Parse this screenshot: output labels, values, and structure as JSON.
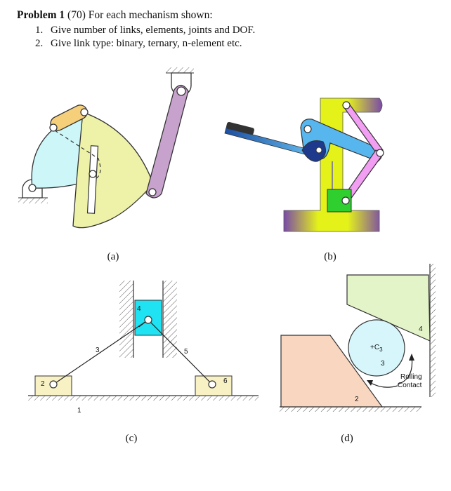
{
  "problem": {
    "heading": "Problem 1",
    "points": "(70)",
    "intro": "For each mechanism shown:",
    "items": [
      {
        "num": "1.",
        "text": "Give number of links, elements, joints and DOF."
      },
      {
        "num": "2.",
        "text": "Give link type: binary, ternary, n-element etc."
      }
    ]
  },
  "captions": {
    "a": "(a)",
    "b": "(b)",
    "c": "(c)",
    "d": "(d)"
  },
  "diagram_c": {
    "link1": "1",
    "link2": "2",
    "link3": "3",
    "link4": "4",
    "link5": "5",
    "link6": "6"
  },
  "diagram_d": {
    "center_label": "+C",
    "center_sub": "3",
    "link2": "2",
    "link3": "3",
    "link4": "4",
    "rolling": "Rolling",
    "contact": "Contact"
  },
  "colors": {
    "yellow_fill": "#eef2a8",
    "cyan_fill": "#ccf6f8",
    "orange_link": "#f6cf7a",
    "purple_link": "#c7a2cc",
    "blue_link": "#58b6ee",
    "pink_link": "#f29ef2",
    "green_block": "#2fcf2f",
    "cyan_block": "#1fe3f2",
    "block_fill": "#f8f1c4",
    "peach": "#f9d6c0",
    "light_green": "#e3f5c8",
    "roller": "#d6f6fb"
  }
}
